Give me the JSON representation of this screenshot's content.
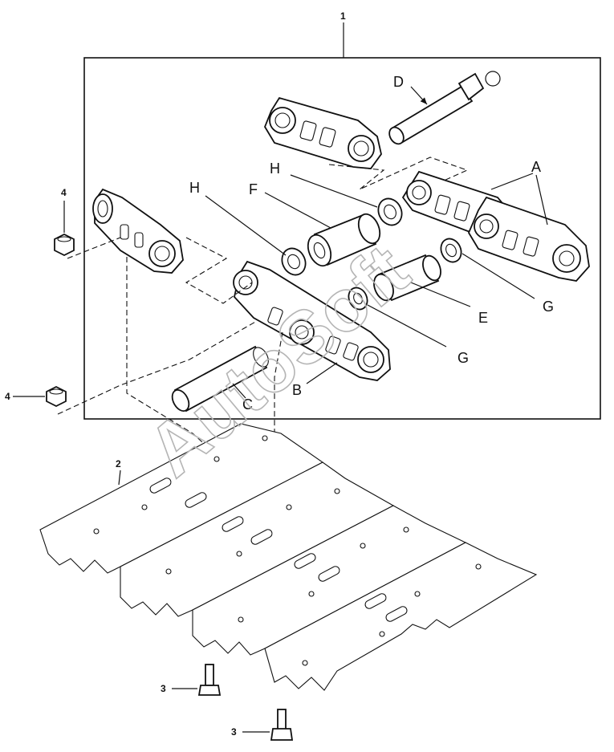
{
  "watermark": "AutoSoft",
  "callouts": {
    "assembly": "1",
    "track_shoe": "2",
    "bolt_left": "3",
    "bolt_right": "3",
    "nut_upper": "4",
    "nut_lower": "4"
  },
  "labels": {
    "a": "A",
    "b": "B",
    "c": "C",
    "d": "D",
    "e": "E",
    "f": "F",
    "g_right": "G",
    "g_center": "G",
    "h_left": "H",
    "h_center": "H"
  }
}
